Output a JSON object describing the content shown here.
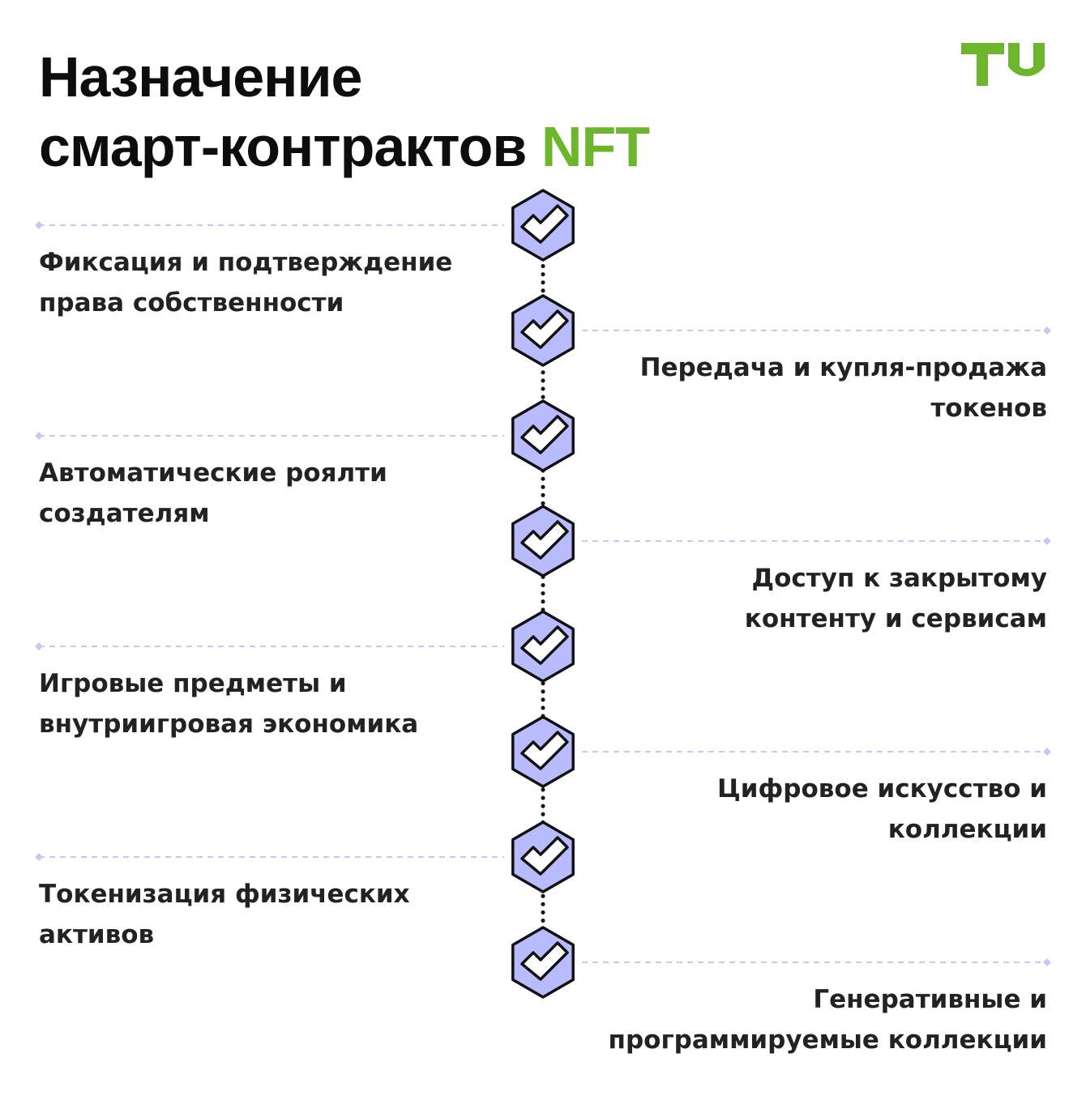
{
  "title": {
    "line1": "Назначение",
    "line2": "смарт-контрактов",
    "accent": "NFT"
  },
  "logo": {
    "text": "TU",
    "color": "#6cb52d"
  },
  "colors": {
    "accent": "#6cb52d",
    "hexagon_fill": "#b8bcff",
    "dash_line": "#c5c9f3",
    "outline": "#111111"
  },
  "items": [
    {
      "label": "Фиксация и подтверждение права собственности",
      "line1": "Фиксация и подтверждение",
      "line2": "права собственности",
      "side": "left",
      "icon": "check-icon"
    },
    {
      "label": "Передача и купля-продажа токенов",
      "line1": "Передача и купля-продажа",
      "line2": "токенов",
      "side": "right",
      "icon": "check-icon"
    },
    {
      "label": "Автоматические роялти создателям",
      "line1": "Автоматические роялти",
      "line2": "создателям",
      "side": "left",
      "icon": "check-icon"
    },
    {
      "label": "Доступ к закрытому контенту и сервисам",
      "line1": "Доступ к закрытому",
      "line2": "контенту и сервисам",
      "side": "right",
      "icon": "check-icon"
    },
    {
      "label": "Игровые предметы и внутриигровая экономика",
      "line1": "Игровые предметы и",
      "line2": "внутриигровая экономика",
      "side": "left",
      "icon": "check-icon"
    },
    {
      "label": "Цифровое искусство и коллекции",
      "line1": "Цифровое искусство и",
      "line2": "коллекции",
      "side": "right",
      "icon": "check-icon"
    },
    {
      "label": "Токенизация физических активов",
      "line1": "Токенизация физических",
      "line2": "активов",
      "side": "left",
      "icon": "check-icon"
    },
    {
      "label": "Генеративные и программируемые коллекции",
      "line1": "Генеративные и",
      "line2": "программируемые коллекции",
      "side": "right",
      "icon": "check-icon"
    }
  ]
}
